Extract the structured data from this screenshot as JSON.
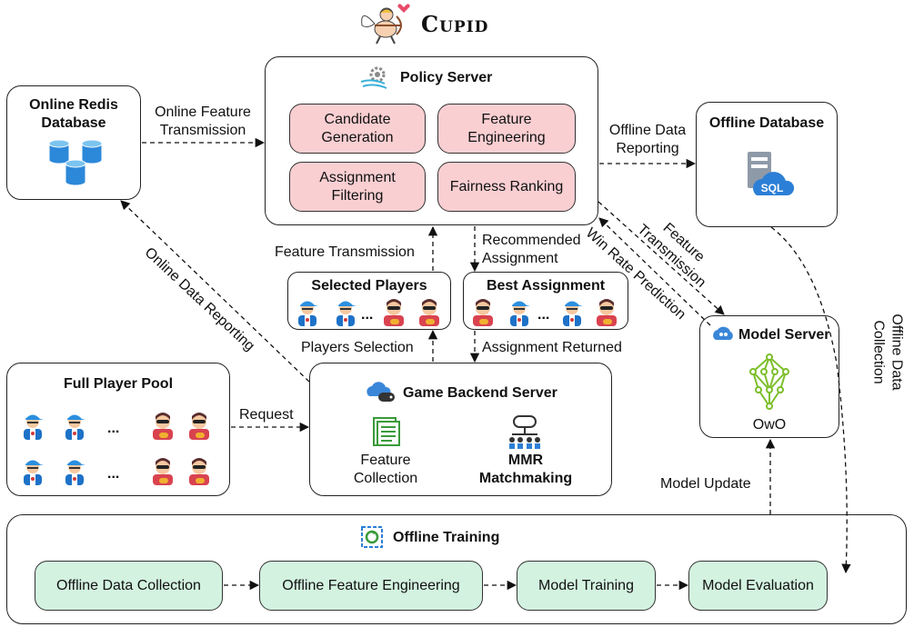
{
  "title": "Cupid",
  "policy_server": {
    "title": "Policy Server",
    "modules": [
      "Candidate\nGeneration",
      "Feature\nEngineering",
      "Assignment\nFiltering",
      "Fairness Ranking"
    ]
  },
  "redis": {
    "title": "Online Redis\nDatabase"
  },
  "offline_db": {
    "title": "Offline Database",
    "icon_text": "SQL"
  },
  "model_server": {
    "title": "Model Server",
    "model_name": "OwO"
  },
  "player_pool": {
    "title": "Full Player Pool",
    "ellipsis": "..."
  },
  "game_backend": {
    "title": "Game Backend Server",
    "feature_collection": "Feature\nCollection",
    "matchmaking": "MMR\nMatchmaking"
  },
  "selected_players": {
    "title": "Selected Players",
    "ellipsis": "..."
  },
  "best_assignment": {
    "title": "Best Assignment",
    "ellipsis": "..."
  },
  "offline_training": {
    "title": "Offline Training",
    "stages": [
      "Offline Data Collection",
      "Offline Feature Engineering",
      "Model Training",
      "Model Evaluation"
    ]
  },
  "labels": {
    "online_feature_transmission": "Online Feature\nTransmission",
    "offline_data_reporting": "Offline Data\nReporting",
    "feature_transmission_up": "Feature Transmission",
    "recommended_assignment": "Recommended\nAssignment",
    "feature_transmission_diag": "Feature\nTransmission",
    "win_rate_prediction": "Win Rate Prediction",
    "online_data_reporting": "Online Data Reporting",
    "players_selection": "Players Selection",
    "assignment_returned": "Assignment Returned",
    "request": "Request",
    "offline_data_collection": "Offline Data\nCollection",
    "model_update": "Model Update"
  }
}
